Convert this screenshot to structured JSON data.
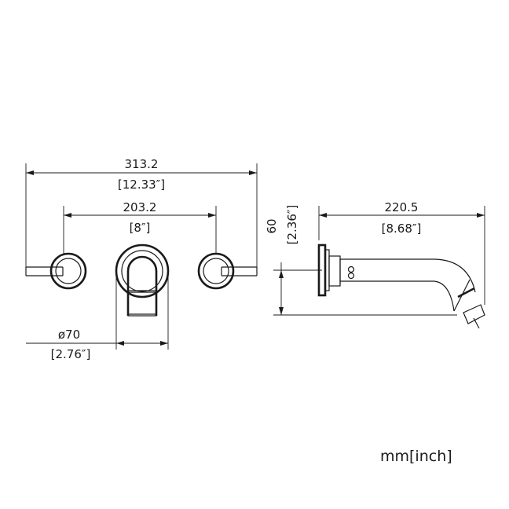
{
  "dimensions": {
    "overall_width": {
      "mm": "313.2",
      "inch": "[12.33″]"
    },
    "handle_spacing": {
      "mm": "203.2",
      "inch": "[8″]"
    },
    "plate_diameter": {
      "mm": "ø70",
      "inch": "[2.76″]"
    },
    "spout_height": {
      "mm": "60",
      "inch": "[2.36″]"
    },
    "spout_projection": {
      "mm": "220.5",
      "inch": "[8.68″]"
    }
  },
  "units_label": "mm[inch]"
}
